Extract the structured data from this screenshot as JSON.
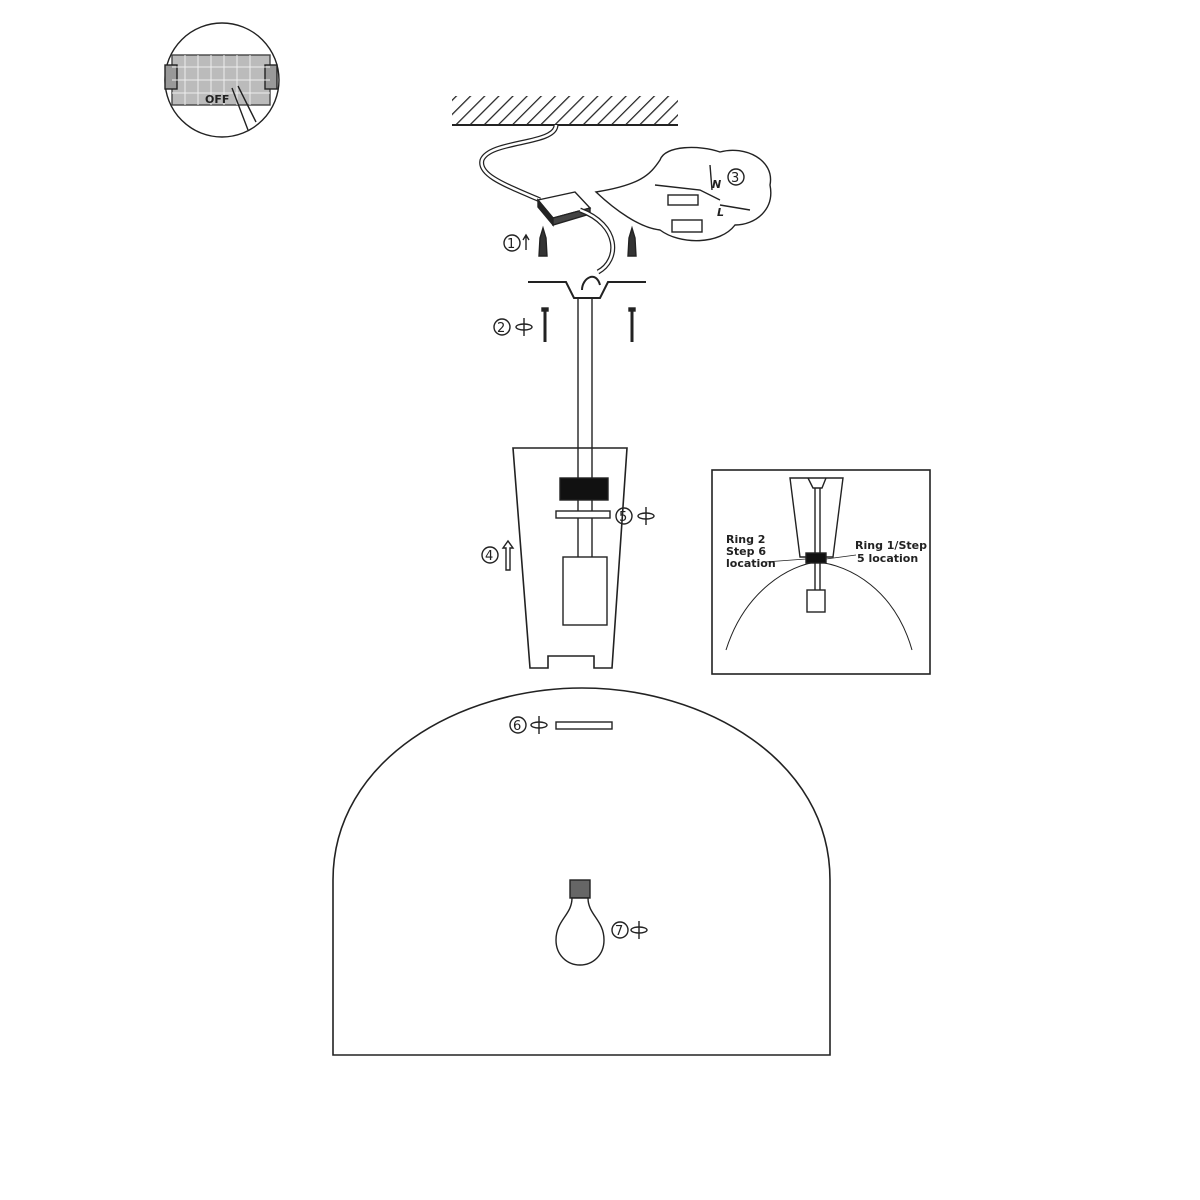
{
  "switch_off": {
    "label": "OFF"
  },
  "wiring": {
    "neutral": "N",
    "live": "L"
  },
  "steps": [
    "1",
    "2",
    "3",
    "4",
    "5",
    "6",
    "7"
  ],
  "inset": {
    "ring2_line1": "Ring 2",
    "ring2_line2": "Step 6",
    "ring2_line3": "location",
    "ring1_line1": "Ring 1/Step",
    "ring1_line2": "5 location"
  }
}
